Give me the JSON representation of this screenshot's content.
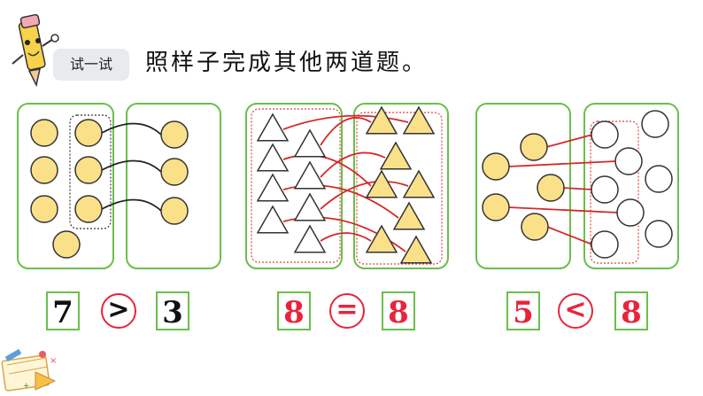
{
  "header": {
    "badge_label": "试一试",
    "instruction": "照样子完成其他两道题。",
    "mascot_icon": "pencil-mascot-icon"
  },
  "problems": [
    {
      "shape": "circle",
      "left_count": 7,
      "right_count": 3,
      "left_number": "7",
      "symbol": ">",
      "right_number": "3",
      "number_color": "#111111"
    },
    {
      "shape": "triangle",
      "left_count": 8,
      "right_count": 8,
      "left_number": "8",
      "symbol": "=",
      "right_number": "8",
      "number_color": "#e8243c"
    },
    {
      "shape": "circle",
      "left_count": 5,
      "right_count": 8,
      "left_number": "5",
      "symbol": "<",
      "right_number": "8",
      "number_color": "#e8243c"
    }
  ],
  "colors": {
    "box_border": "#6abf4b",
    "fill_yellow": "#fbe08a",
    "line_red": "#d42a2a",
    "dotted_red": "#e04040",
    "answer_red": "#e8243c"
  },
  "footer": {
    "decor_icon": "stationery-decor-icon"
  }
}
